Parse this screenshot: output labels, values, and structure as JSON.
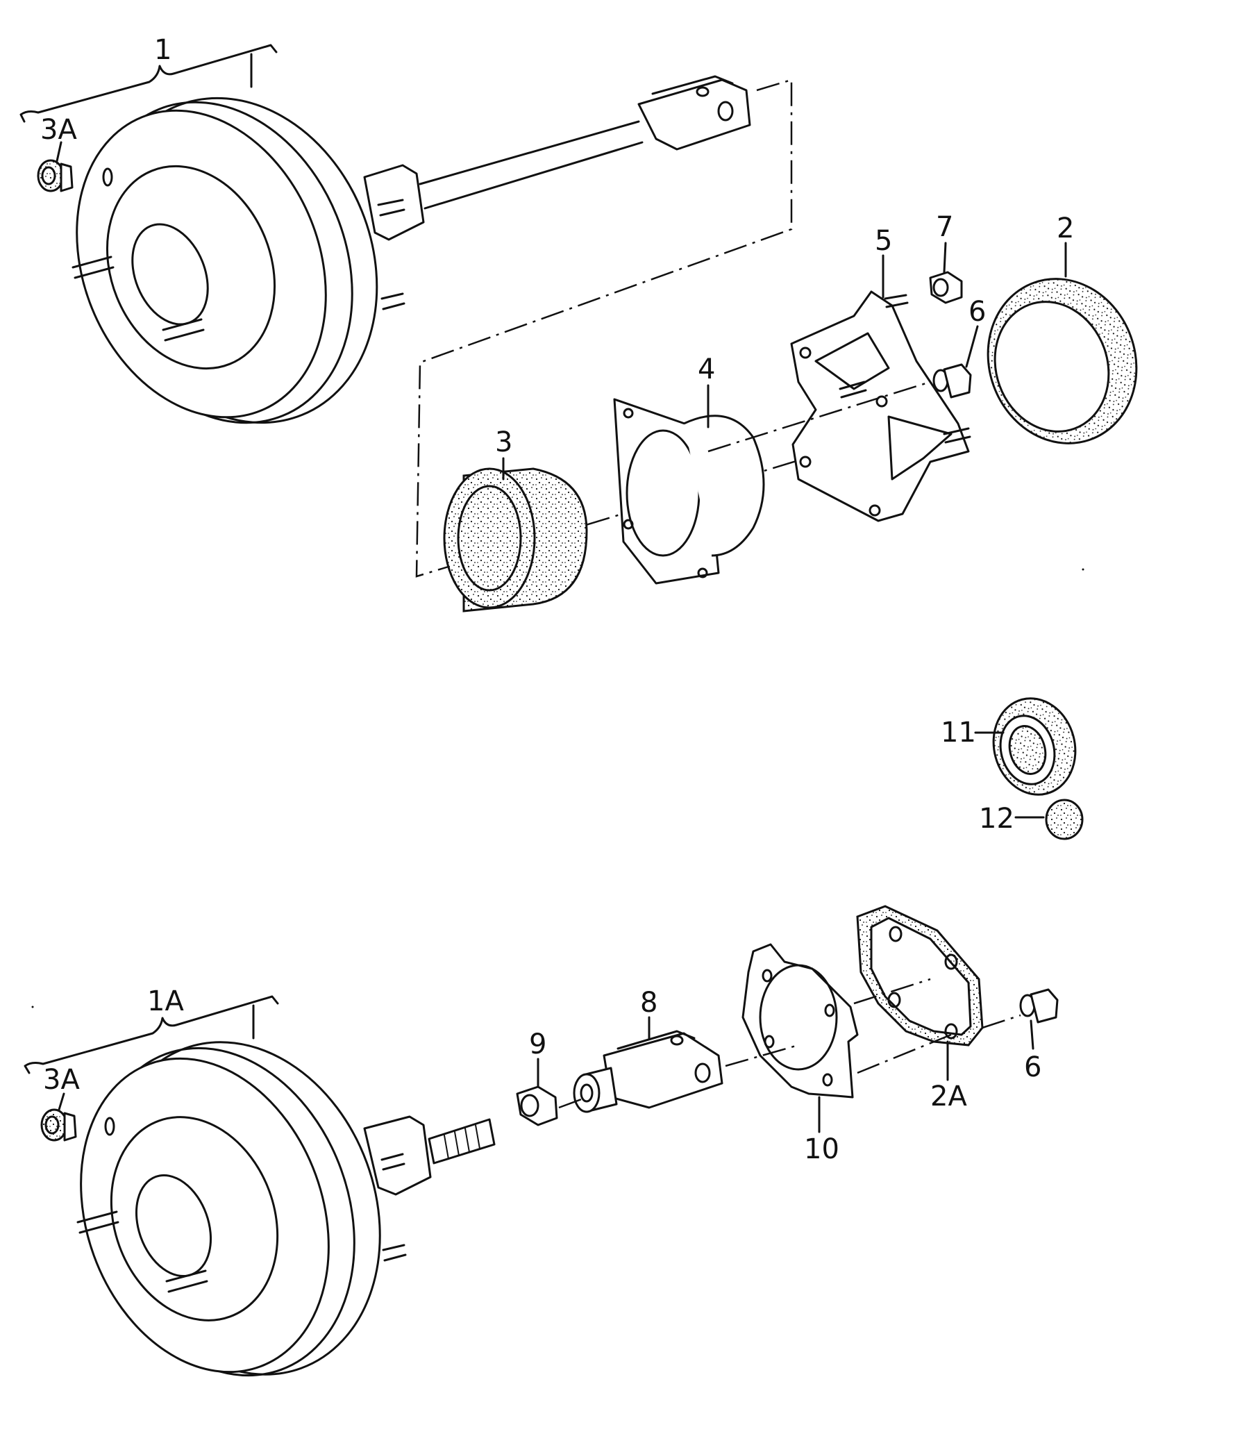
{
  "callouts": {
    "c1": "1",
    "c1A": "1A",
    "c2": "2",
    "c2A": "2A",
    "c3": "3",
    "c3A_top": "3A",
    "c3A_bottom": "3A",
    "c4": "4",
    "c5": "5",
    "c6_top": "6",
    "c6_bottom": "6",
    "c7": "7",
    "c8": "8",
    "c9": "9",
    "c10": "10",
    "c11": "11",
    "c12": "12"
  },
  "colors": {
    "ink": "#111111",
    "paper": "#ffffff"
  }
}
